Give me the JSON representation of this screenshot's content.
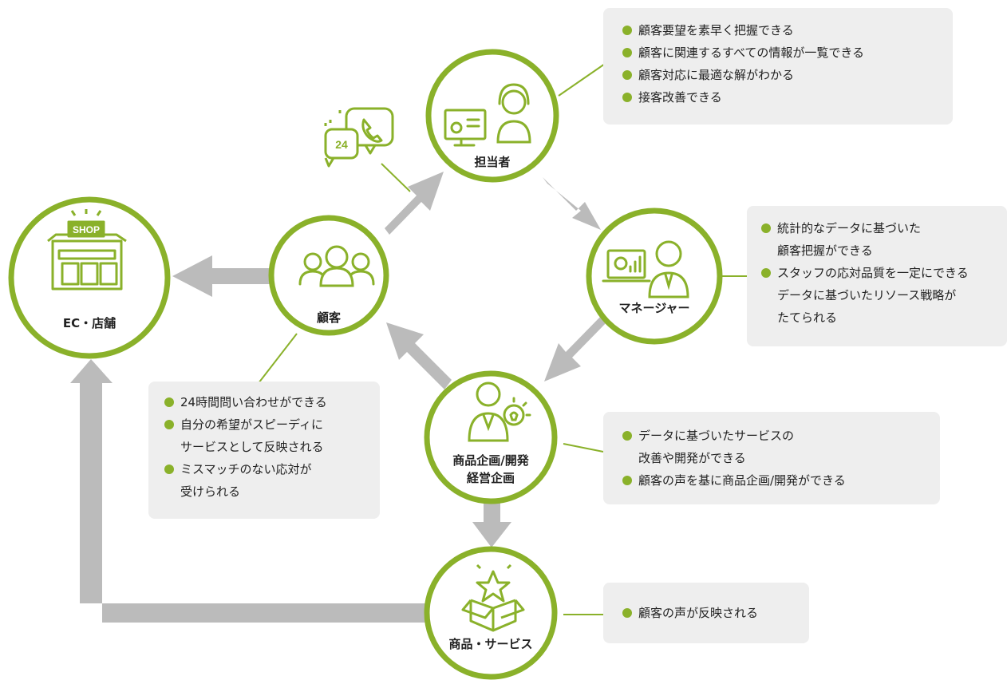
{
  "colors": {
    "accent_green": "#8ab12a",
    "arrow_gray": "#bbbbbb",
    "callout_bg": "#eeeeee",
    "text": "#222222"
  },
  "nodes": {
    "ec_store": {
      "label": "EC・店舗",
      "icon": "shop-icon",
      "shop_sign": "SHOP"
    },
    "customer": {
      "label": "顧客",
      "icon": "people-group-icon"
    },
    "agent": {
      "label": "担当者",
      "icon": "support-agent-icon"
    },
    "manager": {
      "label": "マネージャー",
      "icon": "manager-analytics-icon"
    },
    "planning": {
      "label_line1": "商品企画/開発",
      "label_line2": "経営企画",
      "icon": "idea-person-icon"
    },
    "product": {
      "label": "商品・サービス",
      "icon": "gift-box-star-icon"
    }
  },
  "floating_icon": {
    "name": "chat-24h-phone-icon",
    "text": "24"
  },
  "callouts": {
    "agent": [
      "顧客要望を素早く把握できる",
      "顧客に関連するすべての情報が一覧できる",
      "顧客対応に最適な解がわかる",
      "接客改善できる"
    ],
    "manager": [
      "統計的なデータに基づいた\n顧客把握ができる",
      "スタッフの応対品質を一定にできる\nデータに基づいたリソース戦略が\nたてられる"
    ],
    "customer": [
      "24時間問い合わせができる",
      "自分の希望がスピーディに\nサービスとして反映される",
      "ミスマッチのない応対が\n受けられる"
    ],
    "planning": [
      "データに基づいたサービスの\n改善や開発ができる",
      "顧客の声を基に商品企画/開発ができる"
    ],
    "product": [
      "顧客の声が反映される"
    ]
  }
}
